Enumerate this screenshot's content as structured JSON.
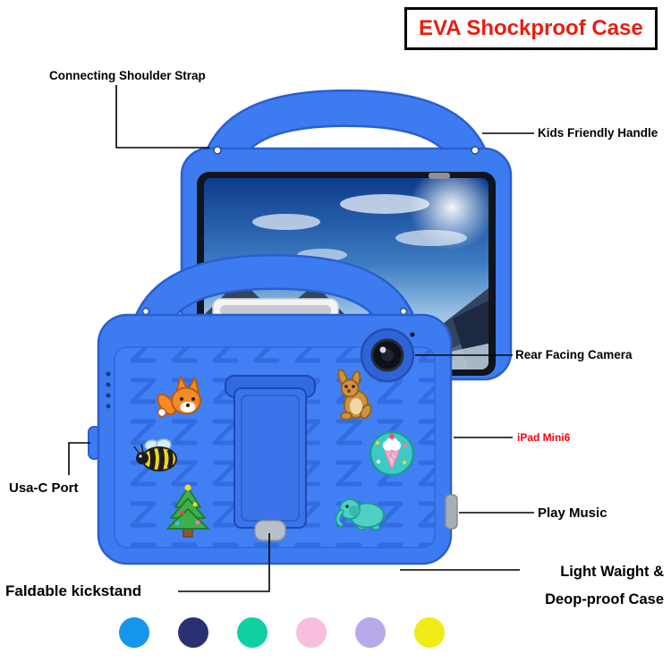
{
  "title": {
    "text": "EVA Shockproof Case"
  },
  "callouts": {
    "shoulder_strap": "Connecting Shoulder Strap",
    "handle": "Kids Friendly Handle",
    "camera": "Rear Facing Camera",
    "model": "iPad Mini6",
    "music": "Play Music",
    "light1": "Light Waight &",
    "light2": "Deop-proof Case",
    "port": "Usa-C Port",
    "kickstand": "Faldable kickstand"
  },
  "colors": {
    "title_red": "#ea1d10",
    "model_red": "#fb0007",
    "case_blue": "#3c7cf0",
    "case_blue_dark": "#2b5ecf",
    "line_black": "#000000"
  },
  "stickers": [
    "fox",
    "bee",
    "christmas-tree",
    "kangaroo",
    "ice-cream",
    "elephant"
  ],
  "color_swatches": [
    {
      "name": "blue",
      "hex": "#1695ee"
    },
    {
      "name": "navy",
      "hex": "#2a3172"
    },
    {
      "name": "green",
      "hex": "#10cfa0"
    },
    {
      "name": "pink",
      "hex": "#f8bedd"
    },
    {
      "name": "purple",
      "hex": "#b7a9ea"
    },
    {
      "name": "yellow",
      "hex": "#f0ea16"
    }
  ]
}
